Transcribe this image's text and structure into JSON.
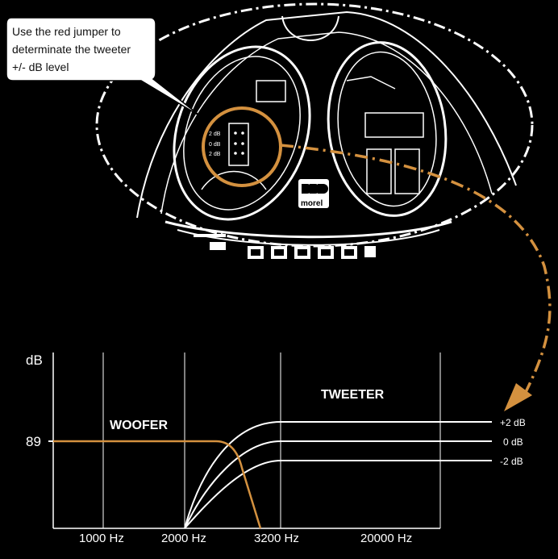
{
  "callout": {
    "line1": "Use the red jumper to",
    "line2": "determinate the tweeter",
    "line3": "+/- dB level"
  },
  "jumper_labels": {
    "plus2": "2 dB",
    "zero": "0 dB",
    "minus2": "2 dB"
  },
  "logo": {
    "text": "morel"
  },
  "chart": {
    "ylabel": "dB",
    "y_tick": "89",
    "x_ticks": [
      "1000 Hz",
      "2000 Hz",
      "3200 Hz",
      "20000 Hz"
    ],
    "woofer_label": "WOOFER",
    "tweeter_label": "TWEETER",
    "levels": [
      "+2 dB",
      "0  dB",
      "-2 dB"
    ]
  },
  "colors": {
    "background": "#000000",
    "accent": "#d4913f",
    "line": "#ffffff",
    "callout_bg": "#ffffff"
  },
  "chart_data": {
    "type": "line",
    "xlabel": "",
    "ylabel": "dB",
    "x_ticks": [
      "1000 Hz",
      "2000 Hz",
      "3200 Hz",
      "20000 Hz"
    ],
    "series": [
      {
        "name": "WOOFER",
        "description": "flat at 89 dB, rolls off above 2000 Hz toward 3200 Hz"
      },
      {
        "name": "TWEETER",
        "levels": [
          "+2 dB",
          "0 dB",
          "-2 dB"
        ]
      }
    ]
  }
}
